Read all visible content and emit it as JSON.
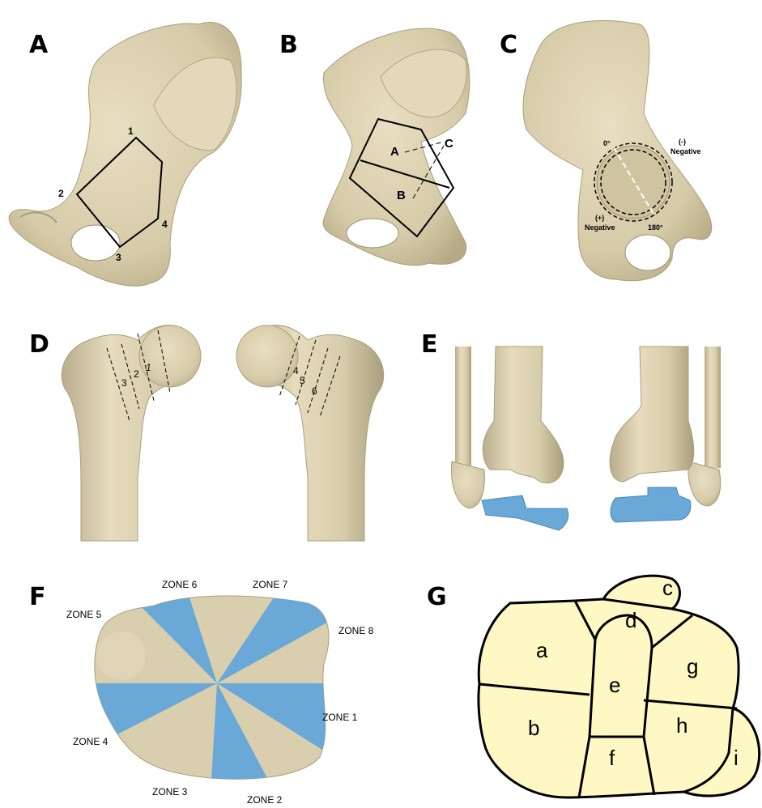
{
  "panels": {
    "A": {
      "letter": "A",
      "points": [
        "1",
        "2",
        "3",
        "4"
      ]
    },
    "B": {
      "letter": "B",
      "regions": [
        "A",
        "B"
      ],
      "pointer": "C"
    },
    "C": {
      "letter": "C",
      "deg0": "0°",
      "deg180": "180°",
      "neg_minus_sign": "(-)",
      "neg_minus_word": "Negative",
      "neg_plus_sign": "(+)",
      "neg_plus_word": "Negative"
    },
    "D": {
      "letter": "D",
      "left_zones": [
        "3",
        "2",
        "1"
      ],
      "right_zones": [
        "4",
        "5",
        "6"
      ]
    },
    "E": {
      "letter": "E"
    },
    "F": {
      "letter": "F",
      "zones": [
        "ZONE 1",
        "ZONE 2",
        "ZONE 3",
        "ZONE 4",
        "ZONE 5",
        "ZONE 6",
        "ZONE 7",
        "ZONE 8"
      ]
    },
    "G": {
      "letter": "G",
      "regions": [
        "a",
        "b",
        "c",
        "d",
        "e",
        "f",
        "g",
        "h",
        "i"
      ]
    }
  },
  "colors": {
    "bone": "#d9cfae",
    "bone_shadow": "#b8ad8c",
    "blue": "#6aa8d8",
    "cream": "#fff8c4",
    "line": "#000000"
  }
}
